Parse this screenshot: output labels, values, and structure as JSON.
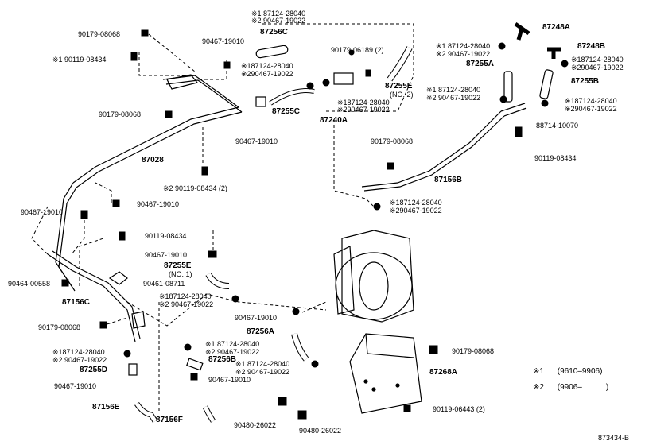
{
  "diagram_id": "873434-B",
  "legend": [
    {
      "mark": "※1",
      "range": "(9610–9906)"
    },
    {
      "mark": "※2",
      "range": "(9906–　　　)"
    }
  ],
  "labels": {
    "l1": "90179-08068",
    "l2": "※1 90119-08434",
    "l3": "90467-19010",
    "l4": "87256C",
    "l5a": "※1 87124-28040",
    "l5b": "※2 90467-19022",
    "l6a": "※187124-28040",
    "l6b": "※290467-19022",
    "l7": "90179-06189 (2)",
    "l8": "87255E",
    "l8b": "(NO. 2)",
    "l9": "87255C",
    "l10a": "※187124-28040",
    "l10b": "※290467-19022",
    "l11": "87240A",
    "l12": "90179-08068",
    "l13": "87028",
    "l14": "90467-19010",
    "l15": "※2 90119-08434 (2)",
    "l16": "90467-19010",
    "l17": "90467-19010",
    "r1": "87248A",
    "r2a": "※1 87124-28040",
    "r2b": "※2 90467-19022",
    "r3": "87248B",
    "r4a": "※187124-28040",
    "r4b": "※290467-19022",
    "r5": "87255A",
    "r6": "87255B",
    "r7a": "※1 87124-28040",
    "r7b": "※2 90467-19022",
    "r8a": "※187124-28040",
    "r8b": "※290467-19022",
    "r9": "88714-10070",
    "r10": "90179-08068",
    "r11": "90119-08434",
    "r12": "87156B",
    "r13a": "※187124-28040",
    "r13b": "※290467-19022",
    "m1": "90119-08434",
    "m2": "90467-19010",
    "m3": "87255E",
    "m3b": "(NO. 1)",
    "m4": "90461-08711",
    "m5": "90464-00558",
    "m6": "87156C",
    "m7a": "※187124-28040",
    "m7b": "※2 90467-19022",
    "m8": "90179-08068",
    "m9": "90467-19010",
    "m10": "87256A",
    "m11a": "※1 87124-28040",
    "m11b": "※2 90467-19022",
    "m12": "87256B",
    "m13a": "※1 87124-28040",
    "m13b": "※2 90467-19022",
    "m14": "87255D",
    "m15a": "※187124-28040",
    "m15b": "※2 90467-19022",
    "m16": "90467-19010",
    "m17": "90467-19010",
    "m18": "87156E",
    "m19": "87156F",
    "m20": "90480-26022",
    "m21": "90480-26022",
    "m22": "90179-08068",
    "m23": "87268A",
    "m24": "90119-06443 (2)"
  }
}
